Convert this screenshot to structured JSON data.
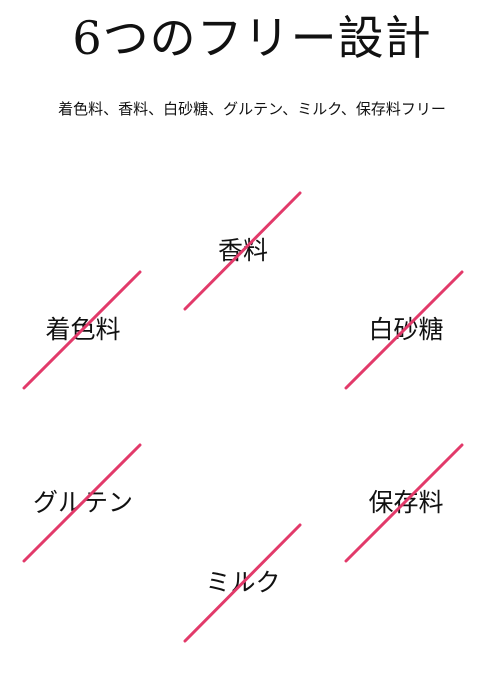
{
  "page": {
    "title": "6つのフリー設計",
    "subtitle": "着色料、香料、白砂糖、グルテン、ミルク、保存料フリー"
  },
  "items": [
    {
      "label": "香料"
    },
    {
      "label": "着色料"
    },
    {
      "label": "白砂糖"
    },
    {
      "label": "グルテン"
    },
    {
      "label": "保存料"
    },
    {
      "label": "ミルク"
    }
  ],
  "colors": {
    "strike_line": "#e23a6a",
    "text": "#111111",
    "background": "#ffffff"
  }
}
